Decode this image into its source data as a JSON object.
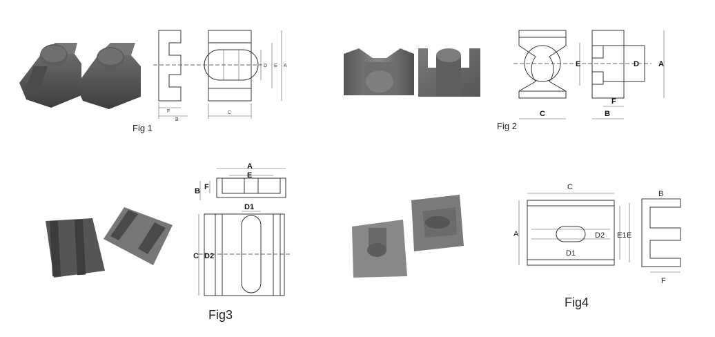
{
  "figures": [
    {
      "caption": "Fig 1",
      "dims": {
        "f": "F",
        "b": "B",
        "c": "C",
        "d": "D",
        "e": "E",
        "a": "A"
      }
    },
    {
      "caption": "Fig 2",
      "dims": {
        "e": "E",
        "d": "D",
        "a": "A",
        "c": "C",
        "f": "F",
        "b": "B"
      }
    },
    {
      "caption": "Fig3",
      "dims": {
        "a": "A",
        "e": "E",
        "b": "B",
        "f": "F",
        "d1": "D1",
        "c": "C",
        "d2": "D2"
      }
    },
    {
      "caption": "Fig4",
      "dims": {
        "c": "C",
        "b": "B",
        "a": "A",
        "d2": "D2",
        "e1": "E1",
        "e": "E",
        "d1": "D1",
        "f": "F"
      }
    }
  ],
  "colors": {
    "core_dark": "#4a4a4a",
    "core_mid": "#6b6b6b",
    "core_light": "#8a8a8a",
    "line": "#333333"
  }
}
